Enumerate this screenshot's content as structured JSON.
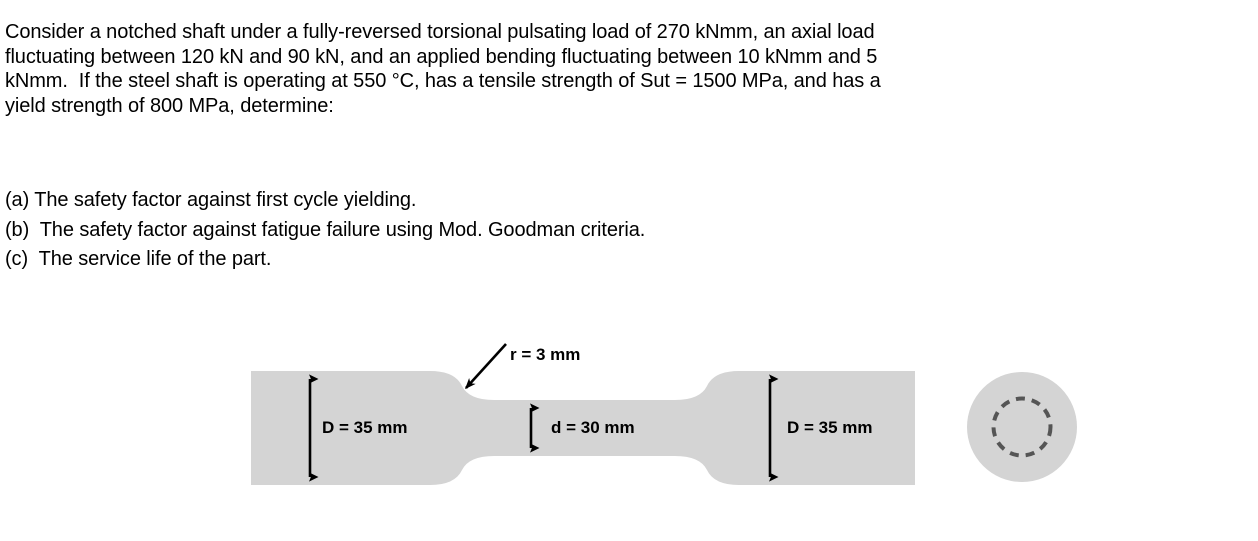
{
  "problem": {
    "statement_lines": [
      "Consider a notched shaft under a fully-reversed torsional pulsating load of 270 kNmm, an axial load",
      "fluctuating between 120 kN and 90 kN, and an applied bending fluctuating between 10 kNmm and 5",
      "kNmm.  If the steel shaft is operating at 550 °C, has a tensile strength of Sut = 1500 MPa, and has a",
      "yield strength of 800 MPa, determine:"
    ],
    "questions": [
      "(a) The safety factor against first cycle yielding.",
      "(b)  The safety factor against fatigue failure using Mod. Goodman criteria.",
      "(c)  The service life of the part."
    ],
    "given": {
      "torsional_pulsating_load_kNmm": 270,
      "axial_load_max_kN": 120,
      "axial_load_min_kN": 90,
      "bending_max_kNmm": 10,
      "bending_min_kNmm": 5,
      "operating_temperature_C": 550,
      "tensile_strength_Sut_MPa": 1500,
      "yield_strength_MPa": 800
    }
  },
  "figure": {
    "labels": {
      "fillet_radius": "r = 3 mm",
      "major_diameter_left": "D = 35 mm",
      "minor_diameter": "d = 30 mm",
      "major_diameter_right": "D = 35 mm"
    },
    "dimensions": {
      "D_mm": 35,
      "d_mm": 30,
      "r_mm": 3
    },
    "colors": {
      "body_fill": "#D4D4D4",
      "dimension_line": "#000000",
      "dashed_circle": "#555555"
    }
  }
}
